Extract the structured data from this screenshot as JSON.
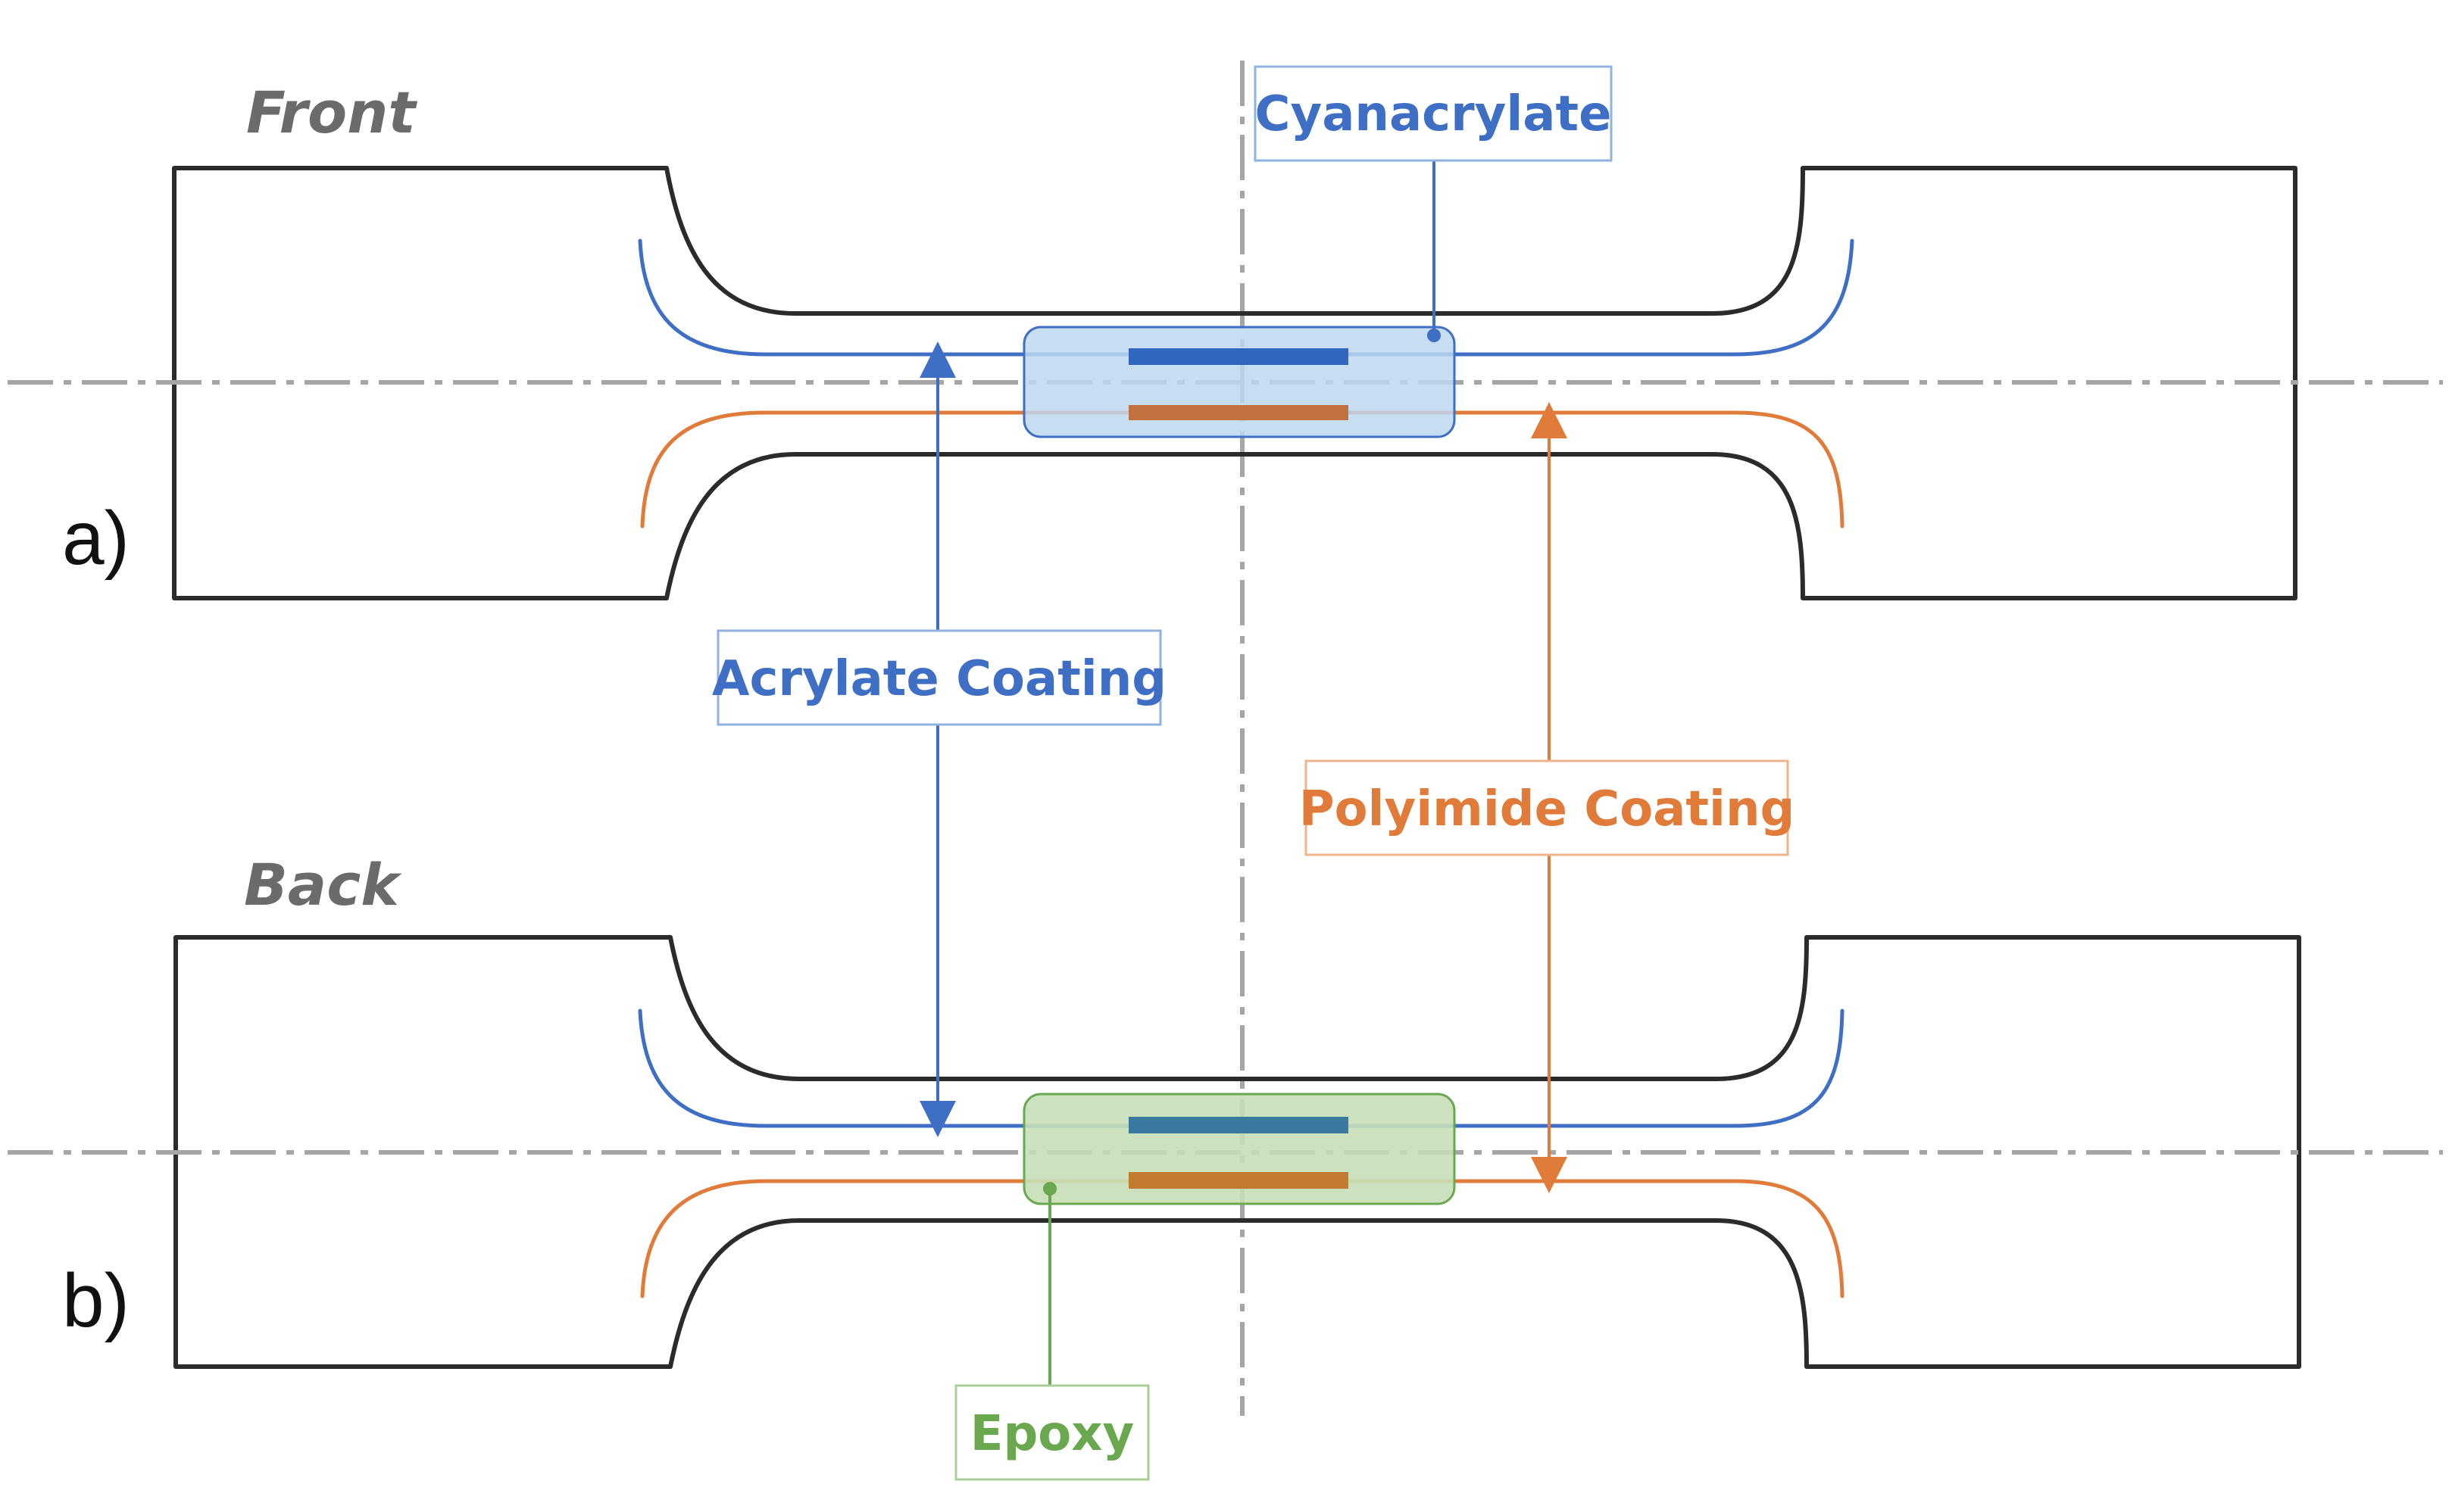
{
  "colors": {
    "acrylate": "#3f6fc4",
    "polyimide": "#e07b39",
    "epoxy": "#6aa84f",
    "cyanacrylate_fill": "#bcd7f0",
    "epoxy_fill": "#c7dfb7",
    "outline": "#2b2b2b",
    "axis": "#a6a6a6"
  },
  "panels": {
    "a": {
      "label": "a)",
      "view": "Front"
    },
    "b": {
      "label": "b)",
      "view": "Back"
    }
  },
  "labels": {
    "cyanacrylate": "Cyanacrylate",
    "acrylate_coating": "Acrylate Coating",
    "polyimide_coating": "Polyimide Coating",
    "epoxy": "Epoxy"
  }
}
